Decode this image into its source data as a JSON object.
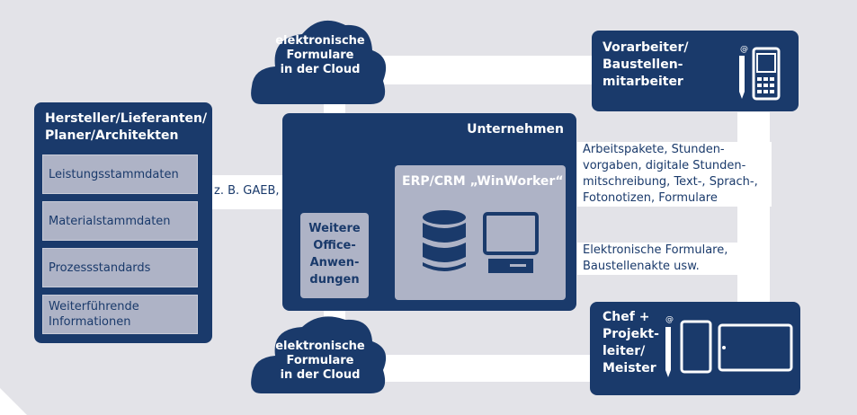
{
  "cloud_top": {
    "lines": [
      "elektronische",
      "Formulare",
      "in der Cloud"
    ]
  },
  "cloud_bottom": {
    "lines": [
      "elektronische",
      "Formulare",
      "in der Cloud"
    ]
  },
  "manufacturers": {
    "title": [
      "Hersteller/Lieferanten/",
      "Planer/Architekten"
    ],
    "items": [
      {
        "lines": [
          "Leistungsstammdaten"
        ]
      },
      {
        "lines": [
          "Materialstammdaten"
        ]
      },
      {
        "lines": [
          "Prozessstandards"
        ]
      },
      {
        "lines": [
          "Weiterführende",
          "Informationen"
        ]
      }
    ]
  },
  "exchange_label": "z. B. GAEB, Datanorm etc.",
  "company": {
    "title": "Unternehmen",
    "office": [
      "Weitere",
      "Office-",
      "Anwen-",
      "dungen"
    ],
    "erp_title": "ERP/CRM „WinWorker“",
    "icons": [
      "database-icon",
      "computer-monitor-icon"
    ]
  },
  "foreman": {
    "title": [
      "Vorarbeiter/",
      "Baustellen-",
      "mitarbeiter"
    ],
    "icons": [
      "pen-icon",
      "phone-icon"
    ]
  },
  "boss": {
    "title": [
      "Chef +",
      "Projekt-",
      "leiter/",
      "Meister"
    ],
    "icons": [
      "pen-icon",
      "tablet-portrait-icon",
      "tablet-landscape-icon"
    ]
  },
  "text_work_packages": [
    "Arbeitspakete, Stunden-",
    "vorgaben, digitale Stunden-",
    "mitschreibung, Text-, Sprach-,",
    "Fotonotizen, Formulare"
  ],
  "text_forms": [
    "Elektronische Formulare,",
    "Baustellenakte usw."
  ],
  "colors": {
    "navy": "#1a3a6b",
    "panel_grey": "#aeb3c6",
    "background": "#e3e3e8",
    "connector": "#ffffff"
  }
}
